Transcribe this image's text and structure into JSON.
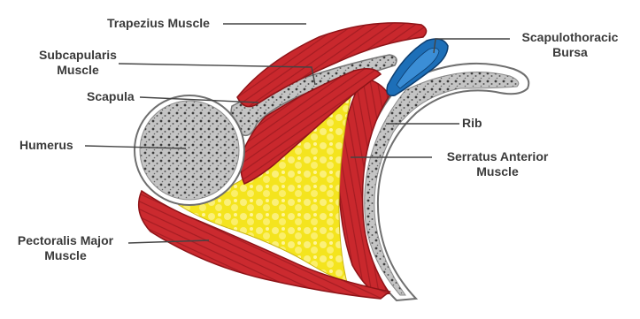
{
  "labels": {
    "trapezius": "Trapezius Muscle",
    "subscapularis": [
      "Subcapularis",
      "Muscle"
    ],
    "scapula": "Scapula",
    "humerus": "Humerus",
    "pectoralis": [
      "Pectoralis Major",
      "Muscle"
    ],
    "bursa": [
      "Scapulothoracic",
      "Bursa"
    ],
    "rib": "Rib",
    "serratus": [
      "Serratus Anterior",
      "Muscle"
    ]
  },
  "colors": {
    "muscle": "#c8282d",
    "muscle_dark": "#8e1418",
    "fat": "#f2e21c",
    "bone_gray": "#bdbdbd",
    "bone_dots": "#3c3c3c",
    "bursa": "#1d6fb8",
    "leader": "#444444"
  }
}
